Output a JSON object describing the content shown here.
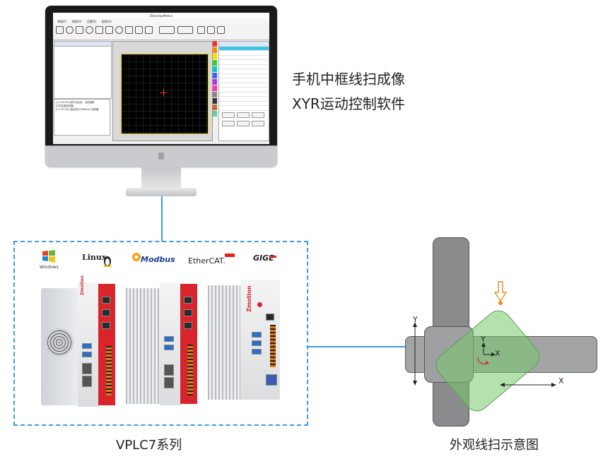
{
  "heading": {
    "line1": "手机中框线扫成像",
    "line2": "XYR运动控制软件"
  },
  "software": {
    "window_title": "ZDevelopMotion",
    "menu": [
      "常规(F)",
      "视图(V)",
      "设置(S)",
      "帮助(H)"
    ],
    "output_lines": [
      "[11:29:05] 软件已启动，当前轴数",
      "正在连接控制器...",
      "[11:29:05] 连接成功 ZMotion 控制器"
    ]
  },
  "logos": {
    "windows": "Windows",
    "linux": "Linux",
    "modbus": "Modbus",
    "ethercat": "EtherCAT.",
    "gige": "GIGE"
  },
  "controllers": {
    "brand": "Zmotion"
  },
  "captions": {
    "vplc": "VPLC7系列",
    "scan": "外观线扫示意图"
  },
  "diagram": {
    "axis_y_left": "Y",
    "axis_x_right": "X",
    "local_y": "Y",
    "local_x": "X"
  },
  "colors": {
    "connector": "#3c9ae8",
    "brand_red": "#d8252b",
    "scan_rect": "#78c86e",
    "probe": "#f08a24"
  }
}
